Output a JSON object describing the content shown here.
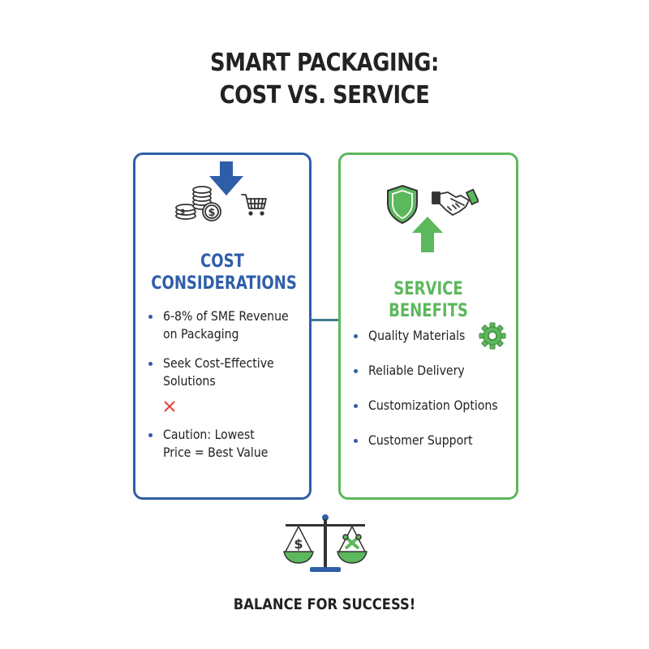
{
  "title": {
    "line1": "SMART PACKAGING:",
    "line2": "COST VS. SERVICE"
  },
  "cost": {
    "heading_line1": "COST",
    "heading_line2": "CONSIDERATIONS",
    "items": [
      {
        "line1": "6-8% of SME Revenue",
        "line2": "on Packaging"
      },
      {
        "line1": "Seek Cost-Effective",
        "line2": "Solutions"
      },
      {
        "line1": "Caution: Lowest",
        "line2": "Price = Best Value"
      }
    ],
    "icons": [
      "down-arrow-icon",
      "coin-stack-icon",
      "shopping-cart-icon",
      "red-x-icon"
    ],
    "color": "#2f5ea8"
  },
  "service": {
    "heading": "SERVICE BENEFITS",
    "items": [
      {
        "text": "Quality Materials"
      },
      {
        "text": "Reliable Delivery"
      },
      {
        "text": "Customization Options"
      },
      {
        "text": "Customer Support"
      }
    ],
    "icons": [
      "shield-icon",
      "handshake-icon",
      "up-arrow-icon",
      "gear-icon"
    ],
    "color": "#5cb85c"
  },
  "footer": {
    "text": "BALANCE FOR SUCCESS!",
    "icon": "balance-scale-icon"
  },
  "colors": {
    "cost_blue": "#2f5ea8",
    "service_green": "#5cb85c",
    "caution_red": "#e0453a",
    "text_dark": "#222222"
  }
}
